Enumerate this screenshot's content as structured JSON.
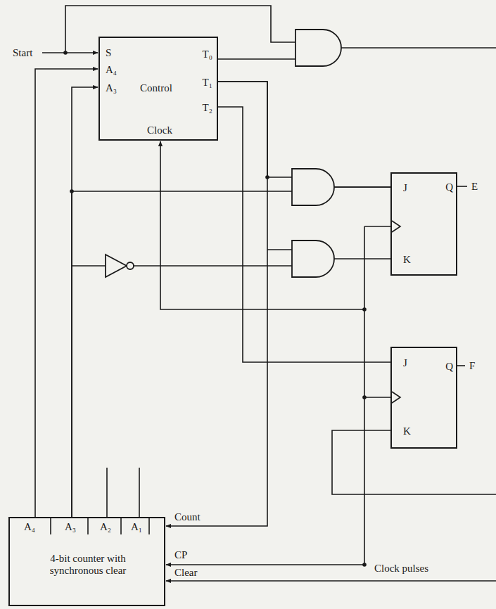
{
  "diagram": {
    "nodes": [
      {
        "text": [
          "S",
          "A₄",
          "A₃",
          "Control",
          "T₀",
          "T₁",
          "T₂",
          "Clock"
        ]
      },
      {
        "text": [
          "J",
          "Q",
          "K"
        ]
      },
      {
        "text": [
          "J",
          "Q",
          "K"
        ]
      },
      {
        "text": [
          "A₄",
          "A₃",
          "A₂",
          "A₁",
          "4-bit counter with synchronous clear"
        ]
      }
    ],
    "edges": [
      {
        "from": 0,
        "to": 3,
        "arrow": "to"
      },
      {
        "from": 3,
        "to": 0,
        "arrow": "to"
      },
      {
        "from": 3,
        "to": 0,
        "arrow": "to"
      },
      {
        "from": 0,
        "to": 2,
        "arrow": "none"
      },
      {
        "from": 0,
        "to": 1,
        "arrow": "none"
      },
      {
        "from": 3,
        "to": 1,
        "arrow": "none"
      }
    ],
    "labels": [
      "Start",
      "E",
      "F",
      "Count",
      "CP",
      "Clear",
      "Clock pulses"
    ]
  }
}
